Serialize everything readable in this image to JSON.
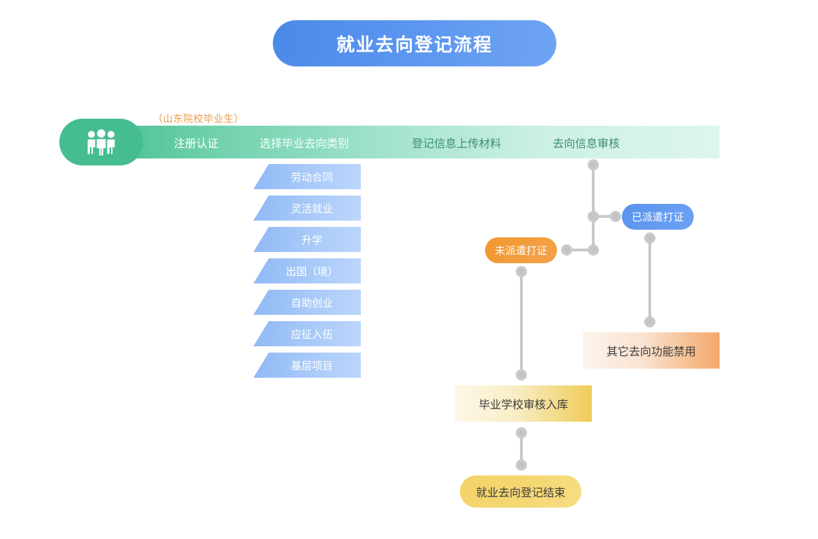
{
  "page": {
    "title": "就业去向登记流程",
    "background": "#ffffff"
  },
  "header": {
    "title_pill": {
      "label": "就业去向登记流程",
      "color": "#5a95ef",
      "text_color": "#ffffff"
    }
  },
  "stage_bar": {
    "badge_icon": "people-group-icon",
    "badge_color": "#45bd91",
    "cohort_note": "（山东院校毕业生）",
    "cohort_note_color": "#e89a49",
    "gradient_from": "#47bf92",
    "gradient_to": "#ddf6ed",
    "steps": [
      {
        "label": "注册认证"
      },
      {
        "label": "选择毕业去向类别"
      },
      {
        "label": "登记信息上传材料"
      },
      {
        "label": "去向信息审核"
      }
    ]
  },
  "categories": {
    "shape": "parallelogram",
    "color_from": "#8fb8f5",
    "color_to": "#bcd6fb",
    "text_color": "#ffffff",
    "items": [
      {
        "label": "劳动合同"
      },
      {
        "label": "灵活就业"
      },
      {
        "label": "升学"
      },
      {
        "label": "出国（境）"
      },
      {
        "label": "自助创业"
      },
      {
        "label": "应征入伍"
      },
      {
        "label": "基层项目"
      }
    ]
  },
  "nodes": {
    "unassigned": {
      "label": "未派遣打证",
      "color": "#f0982f",
      "text_color": "#ffffff"
    },
    "assigned": {
      "label": "已派遣打证",
      "color": "#5b93ee",
      "text_color": "#ffffff"
    },
    "disabled": {
      "label": "其它去向功能禁用",
      "color": "#f3a869",
      "text_color": "#3c3c3c"
    },
    "school_review": {
      "label": "毕业学校审核入库",
      "color": "#efcc59",
      "text_color": "#3c3c3c"
    },
    "end": {
      "label": "就业去向登记结束",
      "color": "#f5d772",
      "text_color": "#3c3c3c"
    }
  },
  "connectors": {
    "line_color": "#c9c9c9",
    "dot_color": "#c2c2c2",
    "edges": [
      {
        "from": "stage-bar",
        "to": "branch-junction"
      },
      {
        "from": "branch-junction",
        "to": "assigned"
      },
      {
        "from": "branch-junction",
        "to": "unassigned"
      },
      {
        "from": "unassigned",
        "to": "school_review"
      },
      {
        "from": "assigned",
        "to": "disabled"
      },
      {
        "from": "school_review",
        "to": "end"
      }
    ]
  }
}
